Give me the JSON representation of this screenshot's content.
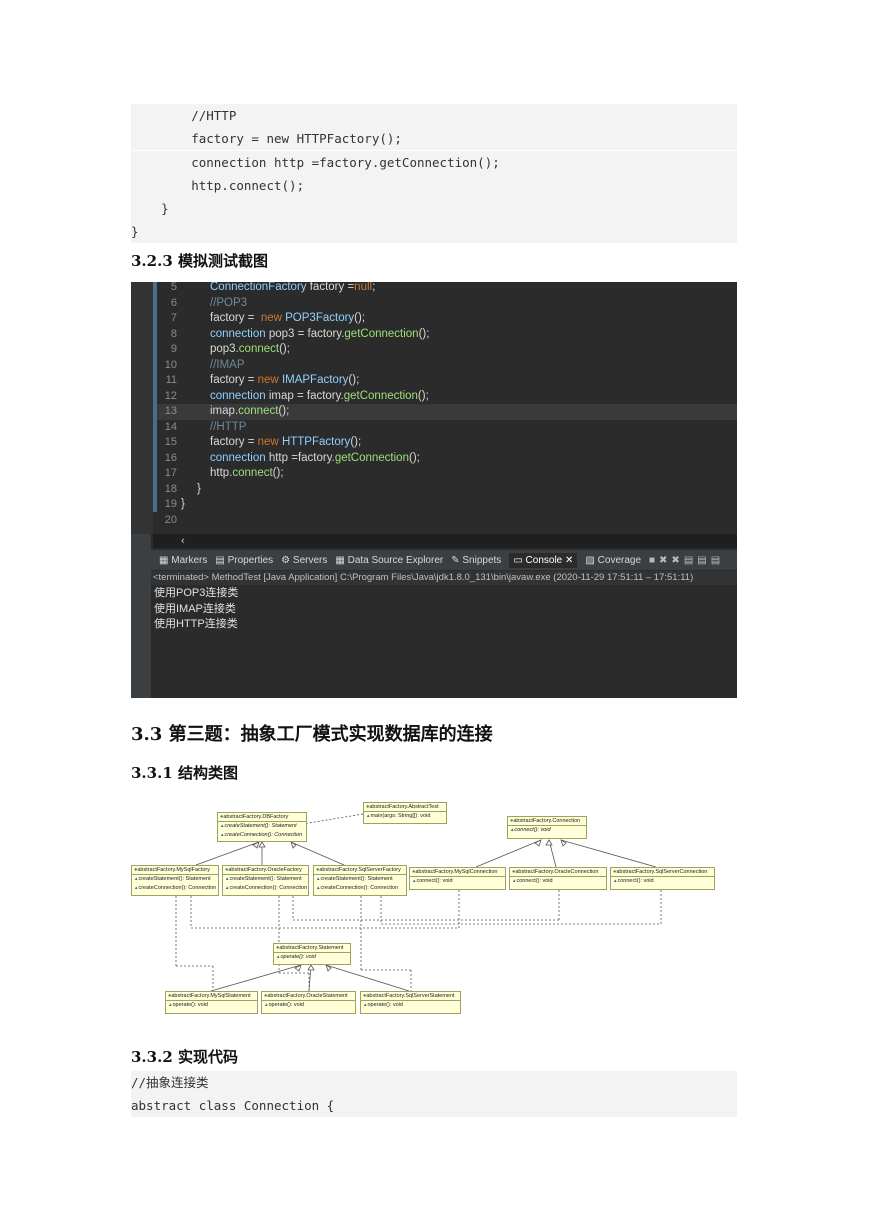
{
  "code_block_1": {
    "lines": [
      "        //HTTP",
      "        factory = new HTTPFactory();",
      "        connection http =factory.getConnection();",
      "        http.connect();",
      "    }",
      "}"
    ]
  },
  "heading_323": "3.2.3 模拟测试截图",
  "ide": {
    "lines": [
      {
        "n": "5",
        "t": "ConnectionFactory factory =null;"
      },
      {
        "n": "6",
        "t": "//POP3"
      },
      {
        "n": "7",
        "t": "factory =  new POP3Factory();"
      },
      {
        "n": "8",
        "t": "connection pop3 = factory.getConnection();"
      },
      {
        "n": "9",
        "t": "pop3.connect();"
      },
      {
        "n": "10",
        "t": "//IMAP"
      },
      {
        "n": "11",
        "t": "factory = new IMAPFactory();"
      },
      {
        "n": "12",
        "t": "connection imap = factory.getConnection();"
      },
      {
        "n": "13",
        "t": "imap.connect();"
      },
      {
        "n": "14",
        "t": "//HTTP"
      },
      {
        "n": "15",
        "t": "factory = new HTTPFactory();"
      },
      {
        "n": "16",
        "t": "connection http =factory.getConnection();"
      },
      {
        "n": "17",
        "t": "http.connect();"
      },
      {
        "n": "18",
        "t": "}"
      },
      {
        "n": "19",
        "t": "}"
      },
      {
        "n": "20",
        "t": ""
      }
    ],
    "tabs": [
      "Markers",
      "Properties",
      "Servers",
      "Data Source Explorer",
      "Snippets",
      "Console",
      "Coverage"
    ],
    "status": "<terminated> MethodTest [Java Application] C:\\Program Files\\Java\\jdk1.8.0_131\\bin\\javaw.exe  (2020-11-29 17:51:11 – 17:51:11)",
    "console": [
      "使用POP3连接类",
      "使用IMAP连接类",
      "使用HTTP连接类"
    ]
  },
  "heading_33": "3.3 第三题：抽象工厂模式实现数据库的连接",
  "heading_331": "3.3.1 结构类图",
  "uml": {
    "classes": [
      {
        "name": "abstractFactory.DBFactory",
        "ops": [
          "createStatement(): Statement",
          "createConnection(): Connection"
        ]
      },
      {
        "name": "abstractFactory.AbstractTest",
        "ops": [
          "main(args: String[]): void"
        ]
      },
      {
        "name": "abstractFactory.Connection",
        "ops": [
          "connect(): void"
        ]
      },
      {
        "name": "abstractFactory.MySqlFactory",
        "ops": [
          "createStatement(): Statement",
          "createConnection(): Connection"
        ]
      },
      {
        "name": "abstractFactory.OracleFactory",
        "ops": [
          "createStatement(): Statement",
          "createConnection(): Connection"
        ]
      },
      {
        "name": "abstractFactory.SqlServerFactory",
        "ops": [
          "createStatement(): Statement",
          "createConnection(): Connection"
        ]
      },
      {
        "name": "abstractFactory.MySqlConnection",
        "ops": [
          "connect(): void"
        ]
      },
      {
        "name": "abstractFactory.OracleConnection",
        "ops": [
          "connect(): void"
        ]
      },
      {
        "name": "abstractFactory.SqlServerConnection",
        "ops": [
          "connect(): void"
        ]
      },
      {
        "name": "abstractFactory.Statement",
        "ops": [
          "operate(): void"
        ]
      },
      {
        "name": "abstractFactory.MySqlStatement",
        "ops": [
          "operate(): void"
        ]
      },
      {
        "name": "abstractFactory.OracleStatement",
        "ops": [
          "operate(): void"
        ]
      },
      {
        "name": "abstractFactory.SqlServerStatement",
        "ops": [
          "operate(): void"
        ]
      }
    ]
  },
  "heading_332": "3.3.2 实现代码",
  "code_block_2": {
    "lines": [
      "//抽象连接类",
      "abstract class Connection {"
    ]
  }
}
